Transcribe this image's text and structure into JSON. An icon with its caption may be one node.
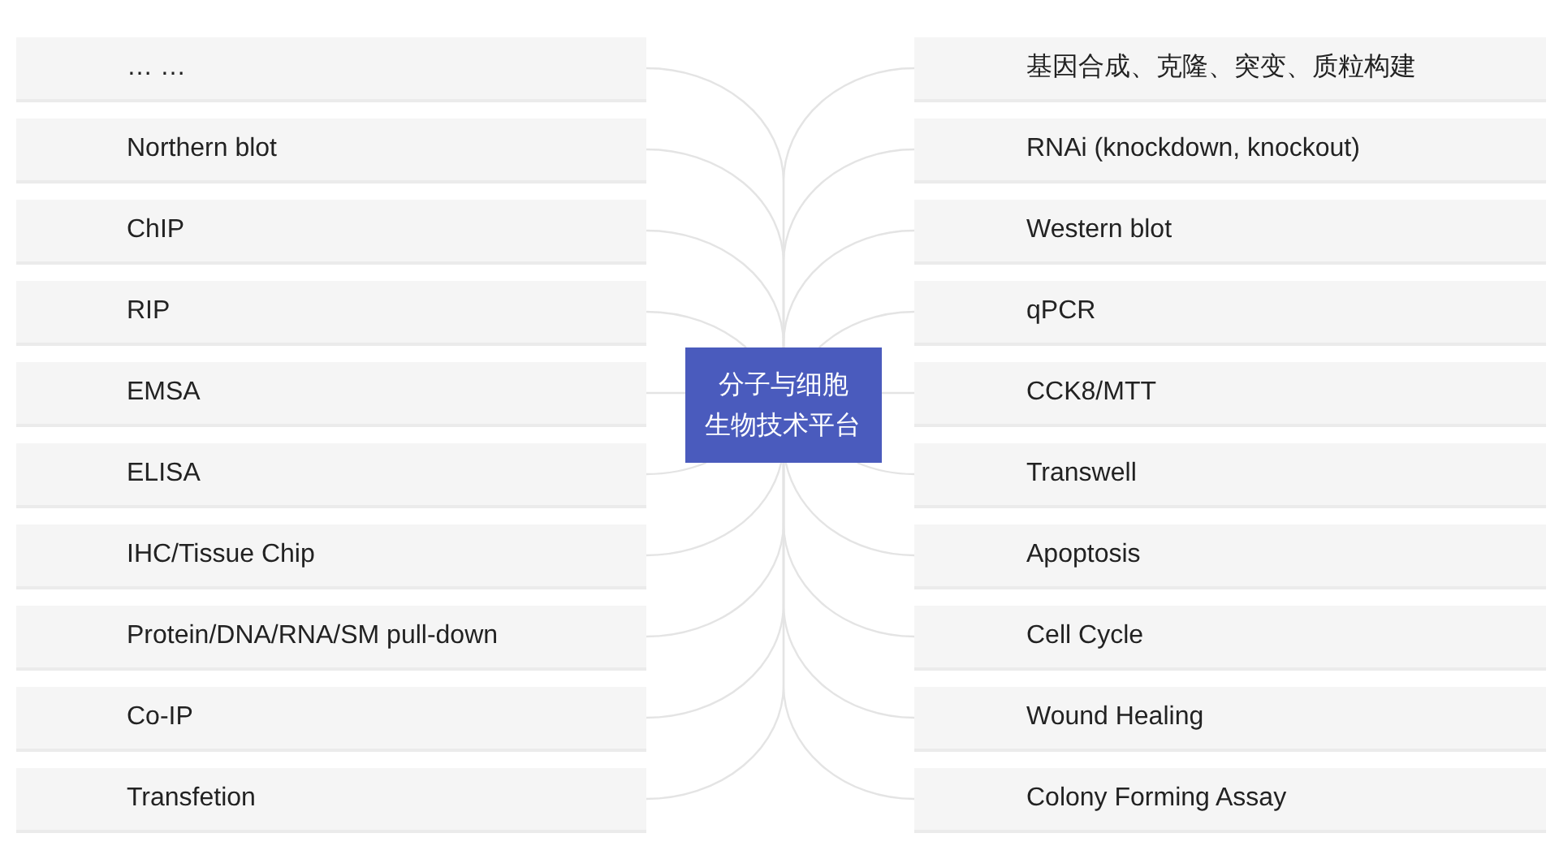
{
  "diagram": {
    "nodes": [
      {
        "text": [
          "分子与细胞生物技术平台"
        ]
      },
      {
        "text": [
          "… …"
        ]
      },
      {
        "text": [
          "Northern blot"
        ]
      },
      {
        "text": [
          "ChIP"
        ]
      },
      {
        "text": [
          "RIP"
        ]
      },
      {
        "text": [
          "EMSA"
        ]
      },
      {
        "text": [
          "ELISA"
        ]
      },
      {
        "text": [
          "IHC/Tissue Chip"
        ]
      },
      {
        "text": [
          "Protein/DNA/RNA/SM pull-down"
        ]
      },
      {
        "text": [
          "Co-IP"
        ]
      },
      {
        "text": [
          "Transfetion"
        ]
      },
      {
        "text": [
          "基因合成、克隆、突变、质粒构建"
        ]
      },
      {
        "text": [
          "RNAi (knockdown, knockout)"
        ]
      },
      {
        "text": [
          "Western blot"
        ]
      },
      {
        "text": [
          "qPCR"
        ]
      },
      {
        "text": [
          "CCK8/MTT"
        ]
      },
      {
        "text": [
          "Transwell"
        ]
      },
      {
        "text": [
          "Apoptosis"
        ]
      },
      {
        "text": [
          "Cell Cycle"
        ]
      },
      {
        "text": [
          "Wound Healing"
        ]
      },
      {
        "text": [
          "Colony Forming Assay"
        ]
      }
    ],
    "edges": [
      {
        "from": 0,
        "to": 1,
        "arrow": "none"
      },
      {
        "from": 0,
        "to": 2,
        "arrow": "none"
      },
      {
        "from": 0,
        "to": 3,
        "arrow": "none"
      },
      {
        "from": 0,
        "to": 4,
        "arrow": "none"
      },
      {
        "from": 0,
        "to": 5,
        "arrow": "none"
      },
      {
        "from": 0,
        "to": 6,
        "arrow": "none"
      },
      {
        "from": 0,
        "to": 7,
        "arrow": "none"
      },
      {
        "from": 0,
        "to": 8,
        "arrow": "none"
      },
      {
        "from": 0,
        "to": 9,
        "arrow": "none"
      },
      {
        "from": 0,
        "to": 10,
        "arrow": "none"
      },
      {
        "from": 0,
        "to": 11,
        "arrow": "none"
      },
      {
        "from": 0,
        "to": 12,
        "arrow": "none"
      },
      {
        "from": 0,
        "to": 13,
        "arrow": "none"
      },
      {
        "from": 0,
        "to": 14,
        "arrow": "none"
      },
      {
        "from": 0,
        "to": 15,
        "arrow": "none"
      },
      {
        "from": 0,
        "to": 16,
        "arrow": "none"
      },
      {
        "from": 0,
        "to": 17,
        "arrow": "none"
      },
      {
        "from": 0,
        "to": 18,
        "arrow": "none"
      },
      {
        "from": 0,
        "to": 19,
        "arrow": "none"
      },
      {
        "from": 0,
        "to": 20,
        "arrow": "none"
      }
    ]
  }
}
